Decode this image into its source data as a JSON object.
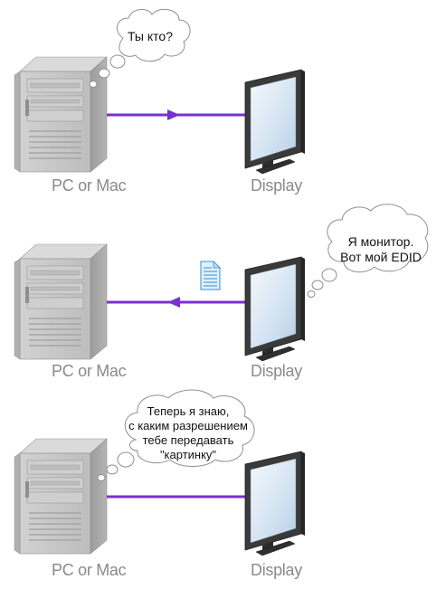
{
  "scenes": [
    {
      "computer_label": "PC or Mac",
      "display_label": "Display",
      "bubble": {
        "speaker": "computer",
        "lines": [
          "Ты кто?"
        ]
      },
      "arrow": "computer-to-display",
      "document": false
    },
    {
      "computer_label": "PC or Mac",
      "display_label": "Display",
      "bubble": {
        "speaker": "display",
        "lines": [
          "Я монитор.",
          "Вот мой EDID"
        ]
      },
      "arrow": "display-to-computer",
      "document": true
    },
    {
      "computer_label": "PC or Mac",
      "display_label": "Display",
      "bubble": {
        "speaker": "computer",
        "lines": [
          "Теперь я знаю,",
          "с каким разрешением",
          "тебе передавать",
          "\"картинку\""
        ]
      },
      "arrow": "none",
      "document": false
    }
  ],
  "colors": {
    "cable": "#7b2fd0",
    "caption": "#8a8a8a",
    "case_front": "#c9c9c9",
    "case_side": "#a9a9a9",
    "screen": "#dce9f4"
  },
  "icons": [
    "computer-tower-icon",
    "monitor-icon",
    "thought-bubble-icon",
    "document-icon",
    "arrow-head-icon"
  ]
}
